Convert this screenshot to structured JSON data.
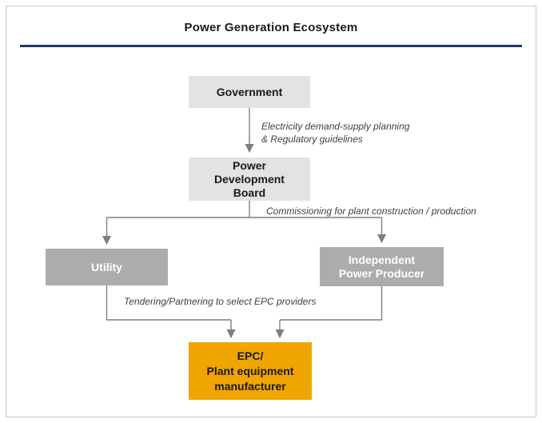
{
  "page": {
    "title": "Power Generation Ecosystem"
  },
  "colors": {
    "title_rule": "#1F3864",
    "box_light": "#E3E3E3",
    "box_medium": "#ACACAC",
    "box_accent": "#F0A500",
    "connector": "#7F7F7F",
    "text_dark": "#1A1A1A",
    "text_light": "#FFFFFF",
    "label_color": "#3F3F3F",
    "frame_border": "#C8C8C8"
  },
  "nodes": {
    "government": {
      "label": "Government"
    },
    "power_development_board": {
      "label": "Power\nDevelopment\nBoard"
    },
    "utility": {
      "label": "Utility"
    },
    "independent_power_producer": {
      "label": "Independent\nPower Producer"
    },
    "epc": {
      "label": "EPC/\nPlant equipment\nmanufacturer"
    }
  },
  "edge_labels": {
    "planning": "Electricity demand-supply planning\n& Regulatory guidelines",
    "commissioning": "Commissioning for plant construction / production",
    "tendering": "Tendering/Partnering to select EPC providers"
  }
}
